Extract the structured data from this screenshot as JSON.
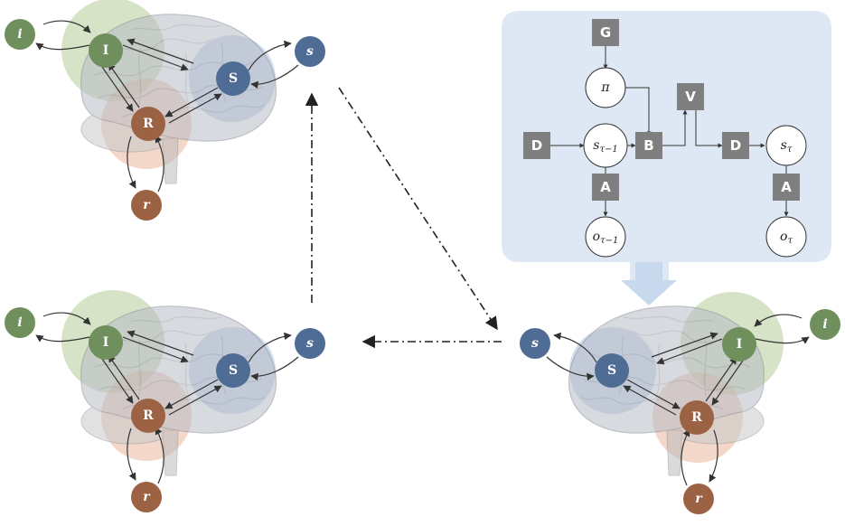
{
  "colors": {
    "internal": "#6f8f5c",
    "sensory": "#4f6c94",
    "action": "#9b6244",
    "internal_halo": "#b5cc98",
    "sensory_halo": "#a9c1df",
    "action_halo": "#e9b69c",
    "panel": "#dde8f4",
    "box": "#7f7f7f"
  },
  "brains": [
    {
      "id": "top-left",
      "labels": {
        "i": "i",
        "I": "I",
        "S": "S",
        "s": "s",
        "R": "R",
        "r": "r"
      }
    },
    {
      "id": "bottom-left",
      "labels": {
        "i": "i",
        "I": "I",
        "S": "S",
        "s": "s",
        "R": "R",
        "r": "r"
      }
    },
    {
      "id": "bottom-right",
      "labels": {
        "i": "i",
        "I": "I",
        "S": "S",
        "s": "s",
        "R": "R",
        "r": "r"
      }
    }
  ],
  "model": {
    "boxes": {
      "G": "G",
      "D1": "D",
      "B": "B",
      "V": "V",
      "D2": "D",
      "A1": "A",
      "A2": "A"
    },
    "states": {
      "pi": "π",
      "s_prev": "s",
      "s_prev_sub": "τ−1",
      "o_prev": "o",
      "o_prev_sub": "τ−1",
      "s_curr": "s",
      "s_curr_sub": "τ",
      "o_curr": "o",
      "o_curr_sub": "τ"
    }
  },
  "icons": [
    "brain-illustration",
    "dash-dot-arrow"
  ]
}
